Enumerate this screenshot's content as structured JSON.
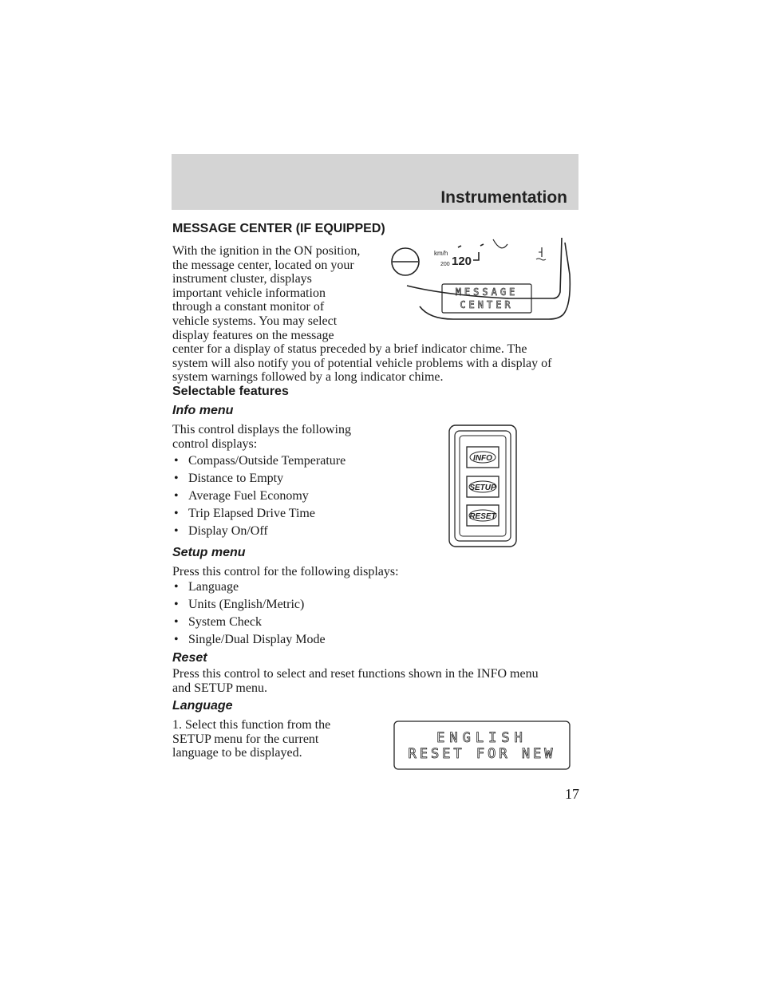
{
  "header": {
    "title": "Instrumentation"
  },
  "section": {
    "heading": "MESSAGE CENTER (IF EQUIPPED)",
    "intro_lines": [
      "With the ignition in the ON position,",
      "the message center, located on your",
      "instrument cluster, displays",
      "important vehicle information",
      "through a constant monitor of",
      "vehicle systems. You may select",
      "display features on the message",
      "center for a display of status preceded by a brief indicator chime. The",
      "system will also notify you of potential vehicle problems with a display of",
      "system warnings followed by a long indicator chime."
    ]
  },
  "selectable": {
    "heading": "Selectable features"
  },
  "info_menu": {
    "heading": "Info menu",
    "intro_lines": [
      "This control displays the following",
      "control displays:"
    ],
    "items": [
      "Compass/Outside Temperature",
      "Distance to Empty",
      "Average Fuel Economy",
      "Trip Elapsed Drive Time",
      "Display On/Off"
    ]
  },
  "setup_menu": {
    "heading": "Setup menu",
    "intro": "Press this control for the following displays:",
    "items": [
      "Language",
      "Units (English/Metric)",
      "System Check",
      "Single/Dual Display Mode"
    ]
  },
  "reset": {
    "heading": "Reset",
    "lines": [
      "Press this control to select and reset functions shown in the INFO menu",
      "and SETUP menu."
    ]
  },
  "language": {
    "heading": "Language",
    "lines": [
      "1. Select this function from the",
      "SETUP menu for the current",
      "language to be displayed."
    ]
  },
  "cluster_figure": {
    "unit": "km/h",
    "speed_small": "200",
    "speed_big": "120",
    "display_line1": "MESSAGE",
    "display_line2": "CENTER"
  },
  "buttons_figure": {
    "labels": [
      "INFO",
      "SETUP",
      "RESET"
    ]
  },
  "language_display": {
    "line1": "ENGLISH",
    "line2": "RESET FOR NEW"
  },
  "page_number": "17"
}
